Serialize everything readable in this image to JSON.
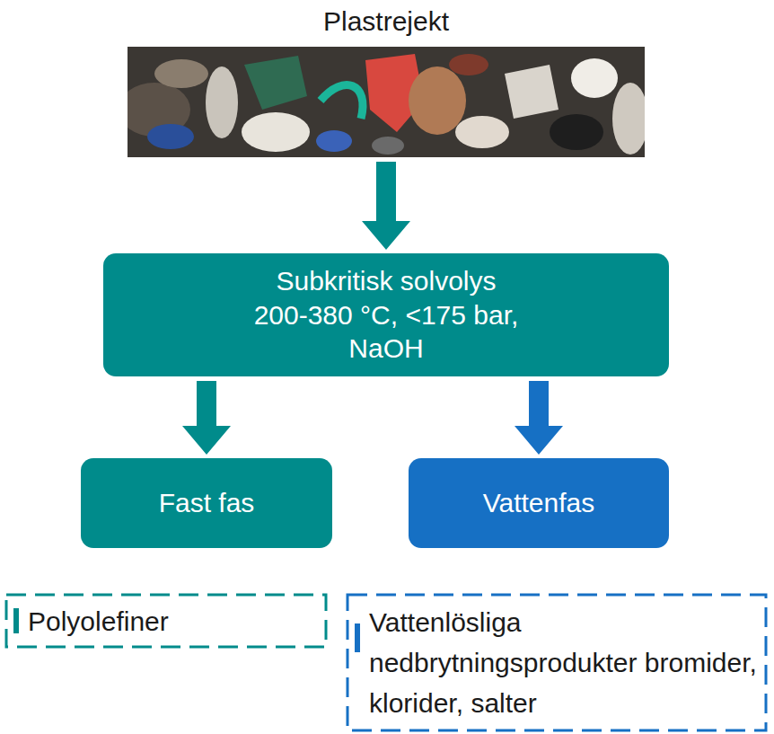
{
  "diagram": {
    "nodes": [
      {
        "text": [
          "Plastrejekt"
        ]
      },
      {
        "text": [
          "Subkritisk solvolys",
          "200-380 °C, <175 bar, NaOH"
        ]
      },
      {
        "text": [
          "Fast fas"
        ]
      },
      {
        "text": [
          "Vattenfas"
        ]
      },
      {
        "text": [
          "Polyolefiner"
        ]
      },
      {
        "text": [
          "Vattenlösliga nedbrytningsprodukter bromider, klorider, salter"
        ]
      }
    ],
    "edges": [
      {
        "from": 0,
        "to": 1,
        "arrow": "to"
      },
      {
        "from": 1,
        "to": 2,
        "arrow": "to"
      },
      {
        "from": 1,
        "to": 3,
        "arrow": "to"
      }
    ]
  }
}
